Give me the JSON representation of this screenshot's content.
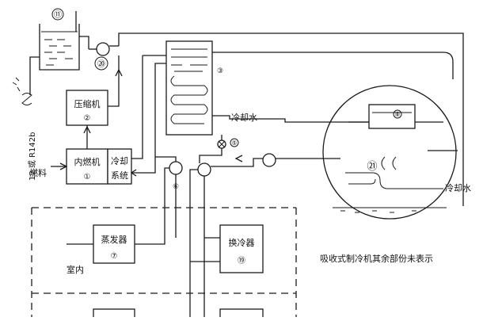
{
  "labels": {
    "compressor": "压缩机",
    "compressor_num": "②",
    "engine": "内燃机",
    "engine_num": "①",
    "cooling_system": [
      "冷却",
      "系统"
    ],
    "fuel": "燃料",
    "cooling_water_top": "冷却水",
    "cooling_water_right": "冷却水",
    "evaporator": "蒸发器",
    "evaporator_num": "⑦",
    "heat_exchanger": "换冷器",
    "heat_exchanger_num": "⑲",
    "indoor": "室内",
    "refrigerant": "12 或 R142b",
    "note": "吸收式制冷机其余部份未表示",
    "tank_num": "⑪",
    "pump_num": "⑳",
    "condenser_num": "③",
    "valve_num": "⑤",
    "circle_unit_num": "⑧",
    "circle_coil_num": "㉑",
    "pump_left_num": "⑥"
  }
}
